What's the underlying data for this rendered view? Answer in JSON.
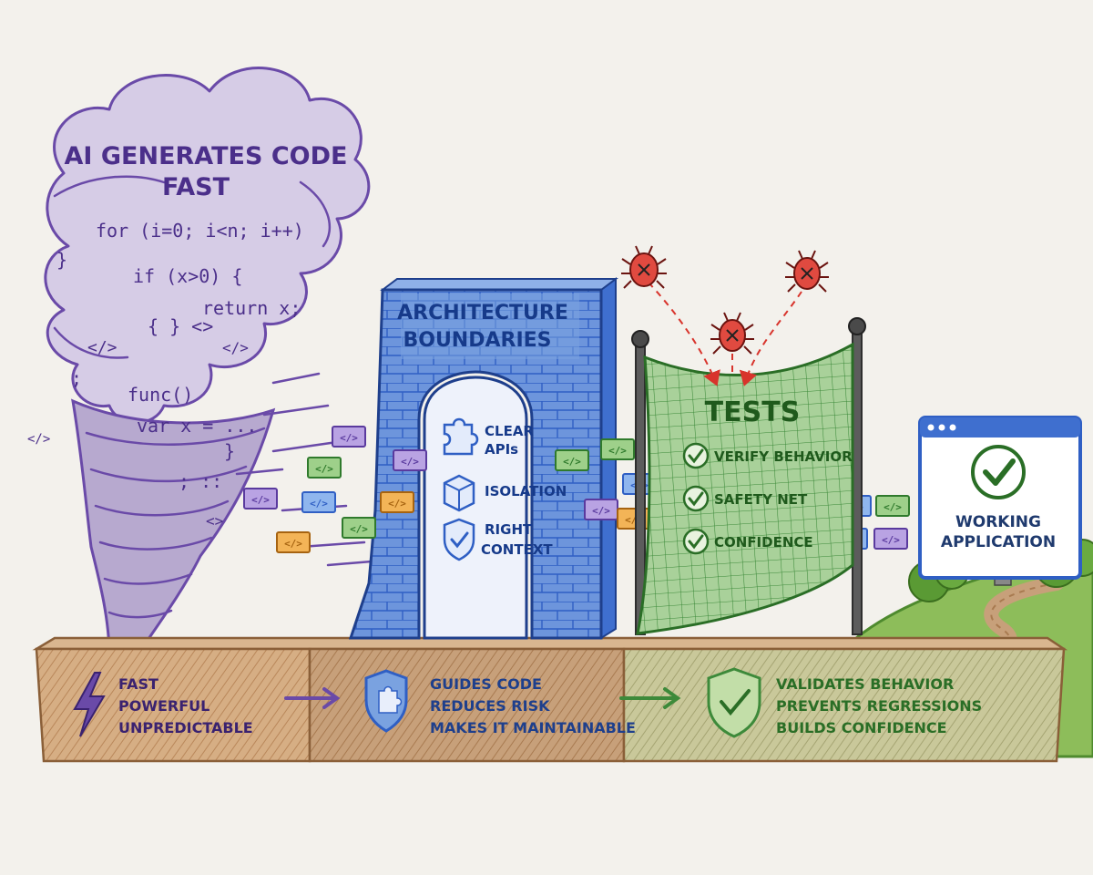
{
  "colors": {
    "paper": "#f3f1ec",
    "tornado": "#6a4aa8",
    "architecture": "#2f5fc4",
    "tests": "#3d8a3a",
    "bug": "#d8342c",
    "ground": "#b9875a"
  },
  "tornado": {
    "title_line1": "AI GENERATES CODE",
    "title_line2": "FAST",
    "code": [
      "for (i=0; i<n; i++)",
      "}",
      "if (x>0) {",
      "return x;",
      "{ }  <>",
      "</>",
      "</>",
      ";",
      "func()",
      "var x = ...",
      "}",
      "; ::",
      "<>",
      "</>"
    ]
  },
  "chip_label": "</>",
  "architecture": {
    "title_line1": "ARCHITECTURE",
    "title_line2": "BOUNDARIES",
    "items": [
      {
        "icon": "puzzle-icon",
        "line1": "CLEAR",
        "line2": "APIs"
      },
      {
        "icon": "box-icon",
        "line1": "ISOLATION",
        "line2": ""
      },
      {
        "icon": "shield-check-icon",
        "line1": "RIGHT",
        "line2": "CONTEXT"
      }
    ]
  },
  "tests": {
    "title": "TESTS",
    "items": [
      "VERIFY BEHAVIOR",
      "SAFETY NET",
      "CONFIDENCE"
    ]
  },
  "app": {
    "line1": "WORKING",
    "line2": "APPLICATION"
  },
  "base": {
    "sections": [
      {
        "icon": "lightning-icon",
        "lines": [
          "FAST",
          "POWERFUL",
          "UNPREDICTABLE"
        ]
      },
      {
        "icon": "shield-puzzle-icon",
        "lines": [
          "GUIDES CODE",
          "REDUCES RISK",
          "MAKES IT MAINTAINABLE"
        ]
      },
      {
        "icon": "shield-check-icon",
        "lines": [
          "VALIDATES BEHAVIOR",
          "PREVENTS REGRESSIONS",
          "BUILDS CONFIDENCE"
        ]
      }
    ]
  }
}
